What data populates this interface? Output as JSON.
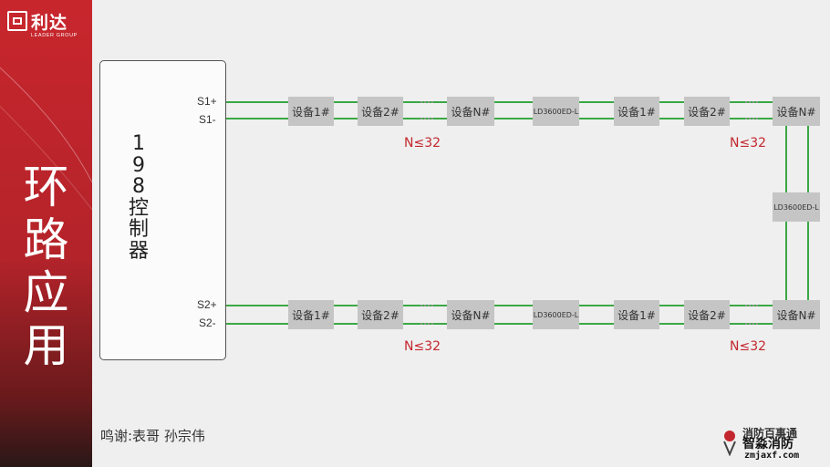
{
  "brand": {
    "name": "利达",
    "subtitle": "LEADER GROUP"
  },
  "sidebar": {
    "title_chars": [
      "环",
      "路",
      "应",
      "用"
    ]
  },
  "controller": {
    "label_chars": [
      "1",
      "9",
      "8",
      "控",
      "制",
      "器"
    ]
  },
  "terminals": {
    "s1_plus": "S1+",
    "s1_minus": "S1-",
    "s2_plus": "S2+",
    "s2_minus": "S2-"
  },
  "top_row": {
    "devices": [
      "设备1#",
      "设备2#",
      "设备N#",
      "LD3600ED-L",
      "设备1#",
      "设备2#",
      "设备N#"
    ],
    "counts": [
      "N≤32",
      "N≤32"
    ]
  },
  "bottom_row": {
    "devices": [
      "设备1#",
      "设备2#",
      "设备N#",
      "LD3600ED-L",
      "设备1#",
      "设备2#",
      "设备N#"
    ],
    "counts": [
      "N≤32",
      "N≤32"
    ]
  },
  "loop_isolator": "LD3600ED-L",
  "acknowledgement": "鸣谢:表哥   孙宗伟",
  "watermark": {
    "top": "消防百事通",
    "name": "智淼消防",
    "url": "zmjaxf.com"
  },
  "colors": {
    "accent_red": "#c3272e",
    "wire_green": "#3aa845",
    "device_gray": "#c5c5c5"
  }
}
